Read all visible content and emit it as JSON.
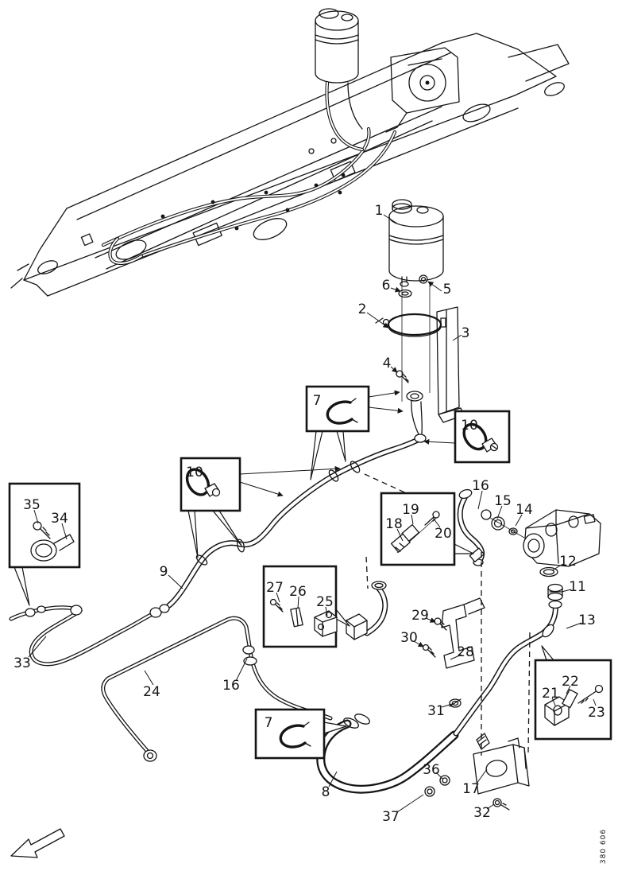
{
  "figure": {
    "type": "exploded-parts-diagram",
    "subject": "power-steering-hose-routing",
    "drawing_number": "380 606"
  },
  "labels": [
    {
      "text": "1"
    },
    {
      "text": "2"
    },
    {
      "text": "3"
    },
    {
      "text": "4"
    },
    {
      "text": "5"
    },
    {
      "text": "6"
    },
    {
      "text": "7"
    },
    {
      "text": "10"
    },
    {
      "text": "10"
    },
    {
      "text": "9"
    },
    {
      "text": "16"
    },
    {
      "text": "15"
    },
    {
      "text": "14"
    },
    {
      "text": "12"
    },
    {
      "text": "11"
    },
    {
      "text": "13"
    },
    {
      "text": "18"
    },
    {
      "text": "19"
    },
    {
      "text": "20"
    },
    {
      "text": "35"
    },
    {
      "text": "34"
    },
    {
      "text": "33"
    },
    {
      "text": "24"
    },
    {
      "text": "16"
    },
    {
      "text": "27"
    },
    {
      "text": "26"
    },
    {
      "text": "25"
    },
    {
      "text": "29"
    },
    {
      "text": "30"
    },
    {
      "text": "28"
    },
    {
      "text": "31"
    },
    {
      "text": "7"
    },
    {
      "text": "8"
    },
    {
      "text": "36"
    },
    {
      "text": "17"
    },
    {
      "text": "37"
    },
    {
      "text": "32"
    },
    {
      "text": "21"
    },
    {
      "text": "22"
    },
    {
      "text": "23"
    }
  ]
}
